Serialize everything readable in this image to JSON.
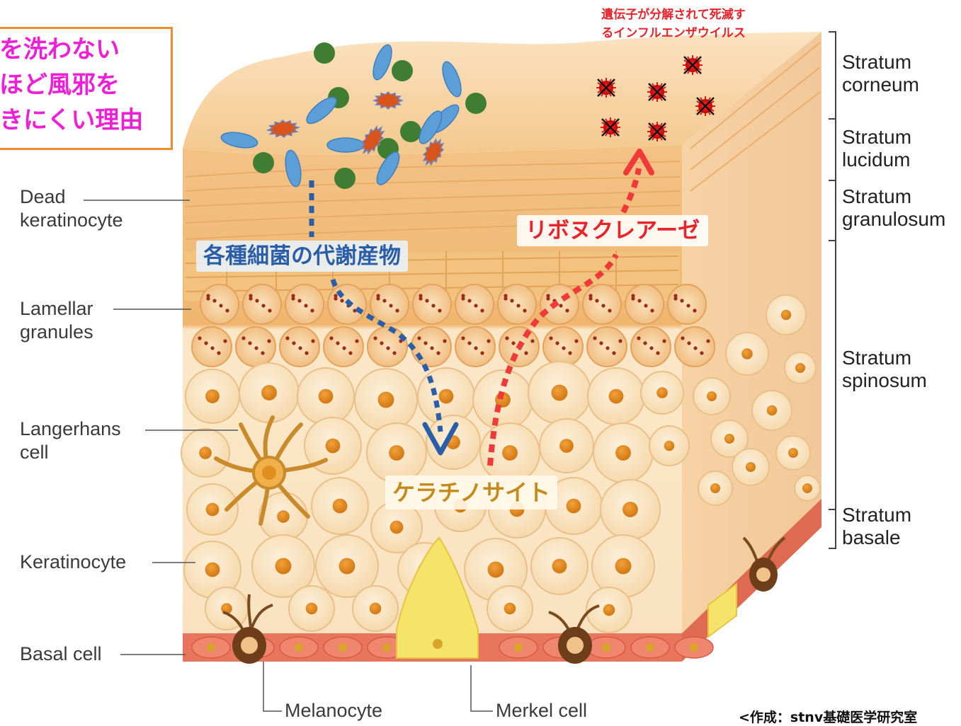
{
  "title": {
    "lines": [
      "を洗わない",
      "ほど風邪を",
      "きにくい理由"
    ],
    "color": "#ee1fd6",
    "border_color": "#f28a2e"
  },
  "left_labels": {
    "dead_keratinocyte": [
      "Dead",
      "keratinocyte"
    ],
    "lamellar_granules": [
      "Lamellar",
      "granules"
    ],
    "langerhans_cell": [
      "Langerhans",
      "cell"
    ],
    "keratinocyte": "Keratinocyte",
    "basal_cell": "Basal cell"
  },
  "bottom_labels": {
    "melanocyte": "Melanocyte",
    "merkel_cell": "Merkel cell"
  },
  "layers": {
    "corneum": [
      "Stratum",
      "corneum"
    ],
    "lucidum": [
      "Stratum",
      "lucidum"
    ],
    "granulosum": [
      "Stratum",
      "granulosum"
    ],
    "spinosum": [
      "Stratum",
      "spinosum"
    ],
    "basale": [
      "Stratum",
      "basale"
    ]
  },
  "annotations": {
    "metabolites": "各種細菌の代謝産物",
    "ribonuclease": "リボヌクレアーゼ",
    "keratinocyte_jp": "ケラチノサイト",
    "virus_caption": [
      "遺伝子が分解されて死滅す",
      "るインフルエンザウイルス"
    ]
  },
  "credit": "<作成：stnv基礎医学研究室",
  "colors": {
    "metabolite_arrow": "#2b5ea8",
    "ribonuclease_arrow": "#f03a3a",
    "bacteria_green": "#3f7d33",
    "bacteria_blue": "#5b9ed8",
    "bacteria_orange": "#d9541a",
    "virus_red": "#e01818",
    "keratinocyte_text": "#c58a1c",
    "basal_red": "#e46b55",
    "merkel_yellow": "#f6e36a"
  },
  "icons": [
    "green-coccus-bacterium",
    "blue-rod-bacterium",
    "orange-spiky-bacterium",
    "dead-virus-marker"
  ]
}
